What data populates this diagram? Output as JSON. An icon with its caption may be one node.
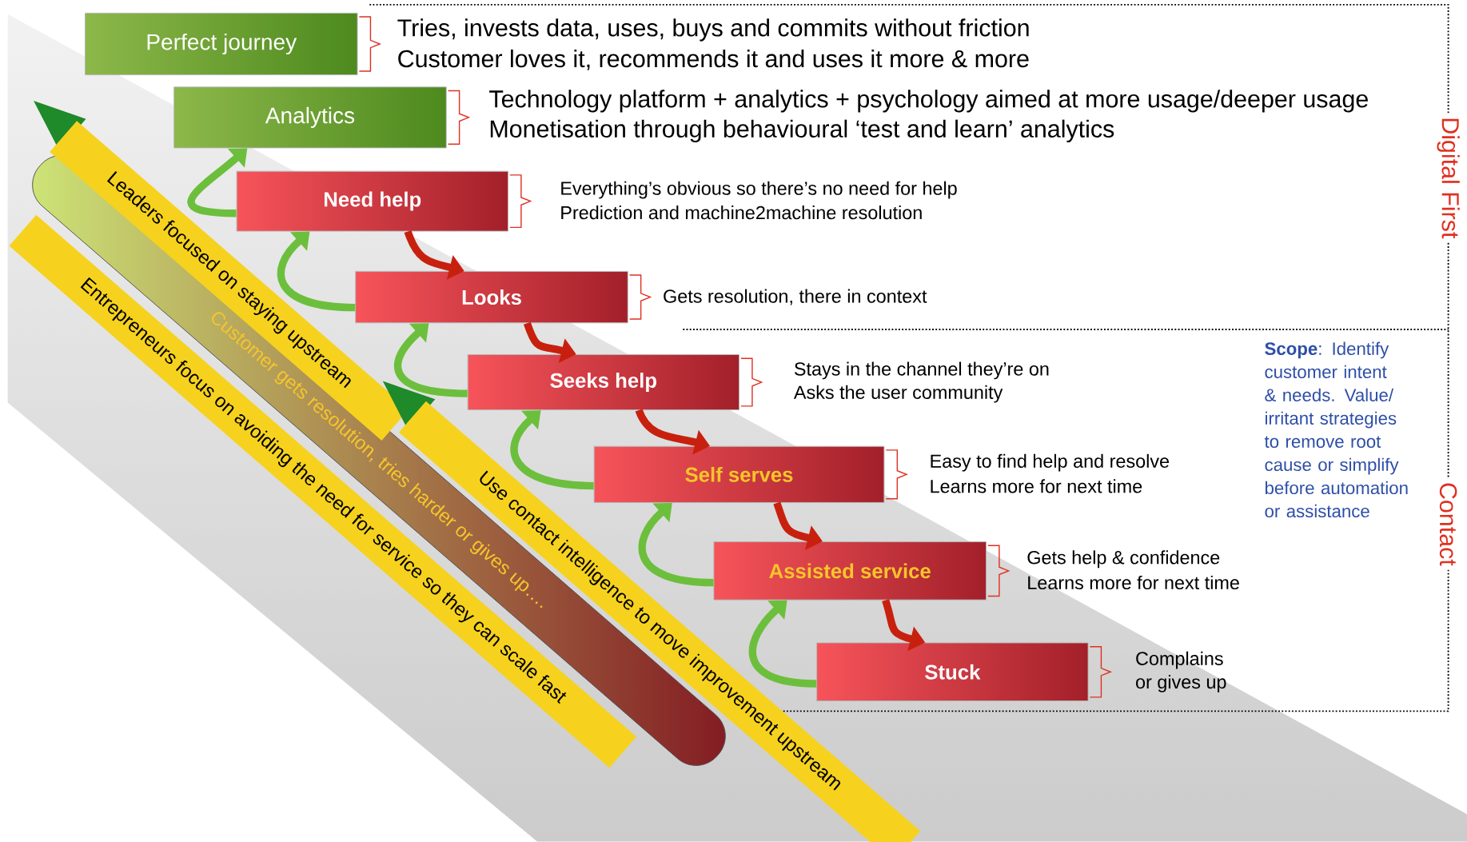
{
  "diagram": {
    "nodes": [
      {
        "text": [
          "Perfect journey"
        ],
        "beside": [
          "Tries, invests data, uses, buys and commits without friction",
          "Customer loves it, recommends it and uses it more & more"
        ]
      },
      {
        "text": [
          "Analytics"
        ],
        "beside": [
          "Technology platform + analytics + psychology aimed at more usage/deeper usage",
          "Monetisation through behavioural ‘test and learn’ analytics"
        ]
      },
      {
        "text": [
          "Need help"
        ],
        "beside": [
          "Everything’s obvious so there’s no need for help",
          "Prediction and machine2machine resolution"
        ]
      },
      {
        "text": [
          "Looks"
        ],
        "beside": [
          "Gets resolution, there in context"
        ]
      },
      {
        "text": [
          "Seeks help"
        ],
        "beside": [
          "Stays in the channel they’re on",
          "Asks the user community"
        ]
      },
      {
        "text": [
          "Self serves"
        ],
        "beside": [
          "Easy to find help and resolve",
          "Learns more for next time"
        ]
      },
      {
        "text": [
          "Assisted service"
        ],
        "beside": [
          "Gets help & confidence",
          "Learns more for next time"
        ]
      },
      {
        "text": [
          "Stuck"
        ],
        "beside": [
          "Complains",
          "or gives up"
        ]
      },
      {
        "text": [
          "Customer gets resolution, tries harder or gives up…."
        ]
      },
      {
        "text": [
          "Leaders focused on staying upstream"
        ]
      },
      {
        "text": [
          "Entrepreneurs focus on avoiding the need for service so they can scale fast"
        ]
      },
      {
        "text": [
          "Use contact intelligence to move improvement upstream"
        ]
      }
    ],
    "edges": [
      {
        "from": 2,
        "to": 1,
        "arrow": "to"
      },
      {
        "from": 3,
        "to": 2,
        "arrow": "to"
      },
      {
        "from": 4,
        "to": 3,
        "arrow": "to"
      },
      {
        "from": 5,
        "to": 4,
        "arrow": "to"
      },
      {
        "from": 6,
        "to": 5,
        "arrow": "to"
      },
      {
        "from": 7,
        "to": 6,
        "arrow": "to"
      },
      {
        "from": 2,
        "to": 3,
        "arrow": "to",
        "color": "#c8200e"
      },
      {
        "from": 3,
        "to": 4,
        "arrow": "to",
        "color": "#c8200e"
      },
      {
        "from": 4,
        "to": 5,
        "arrow": "to",
        "color": "#c8200e"
      },
      {
        "from": 5,
        "to": 6,
        "arrow": "to",
        "color": "#c8200e"
      },
      {
        "from": 6,
        "to": 7,
        "arrow": "to",
        "color": "#c8200e"
      }
    ],
    "labels": [
      "Digital First",
      "**Scope**: Identify customer intent & needs. Value/ irritant strategies to remove root cause or simplify before automation or assistance",
      "Contact"
    ]
  }
}
